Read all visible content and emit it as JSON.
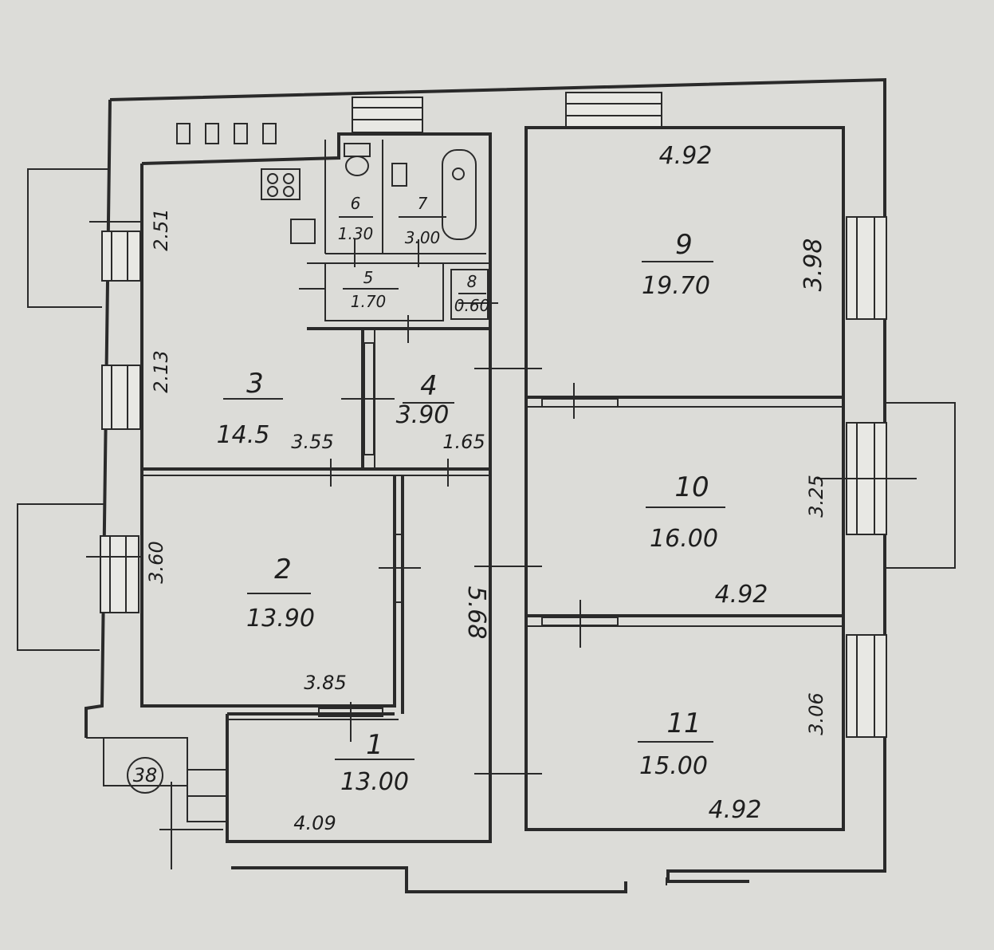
{
  "rooms": [
    {
      "id": "1",
      "area": "13.00"
    },
    {
      "id": "2",
      "area": "13.90"
    },
    {
      "id": "3",
      "area": "14.5"
    },
    {
      "id": "4",
      "area": "3.90"
    },
    {
      "id": "5",
      "area": "1.70"
    },
    {
      "id": "6",
      "area": "1.30"
    },
    {
      "id": "7",
      "area": "3.00"
    },
    {
      "id": "8",
      "area": "0.60"
    },
    {
      "id": "9",
      "area": "19.70"
    },
    {
      "id": "10",
      "area": "16.00"
    },
    {
      "id": "11",
      "area": "15.00"
    }
  ],
  "dimensions": {
    "room9_width": "4.92",
    "room9_depth": "3.98",
    "room10_width": "4.92",
    "room10_depth": "3.25",
    "room11_width": "4.92",
    "room11_depth": "3.06",
    "room3_depth_top": "2.51",
    "room3_depth_bottom": "2.13",
    "room3_width": "3.55",
    "room4_width": "1.65",
    "room2_depth": "3.60",
    "room2_width": "3.85",
    "corridor_length": "5.68",
    "room1_width": "4.09"
  },
  "chimney_label": "38"
}
